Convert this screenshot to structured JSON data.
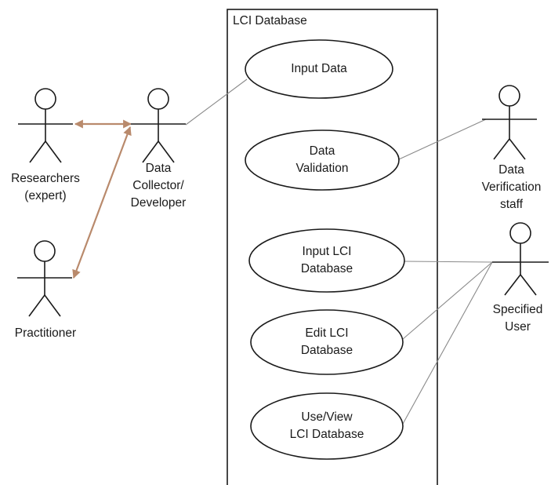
{
  "system": {
    "title": "LCI Database"
  },
  "use_cases": [
    {
      "id": "input-data",
      "label": "Input Data"
    },
    {
      "id": "data-validation",
      "label": "Data\nValidation"
    },
    {
      "id": "input-lci-database",
      "label": "Input LCI\nDatabase"
    },
    {
      "id": "edit-lci-database",
      "label": "Edit LCI\nDatabase"
    },
    {
      "id": "use-view-lci-database",
      "label": "Use/View\nLCI Database"
    }
  ],
  "actors": [
    {
      "id": "researchers",
      "label": "Researchers\n(expert)"
    },
    {
      "id": "practitioner",
      "label": "Practitioner"
    },
    {
      "id": "data-collector",
      "label": "Data\nCollector/\nDeveloper"
    },
    {
      "id": "verification-staff",
      "label": "Data\nVerification\nstaff"
    },
    {
      "id": "specified-user",
      "label": "Specified\nUser"
    }
  ],
  "colors": {
    "stroke": "#1a1a1a",
    "association": "#8a8a8a",
    "arrow": "#b98a6c"
  }
}
